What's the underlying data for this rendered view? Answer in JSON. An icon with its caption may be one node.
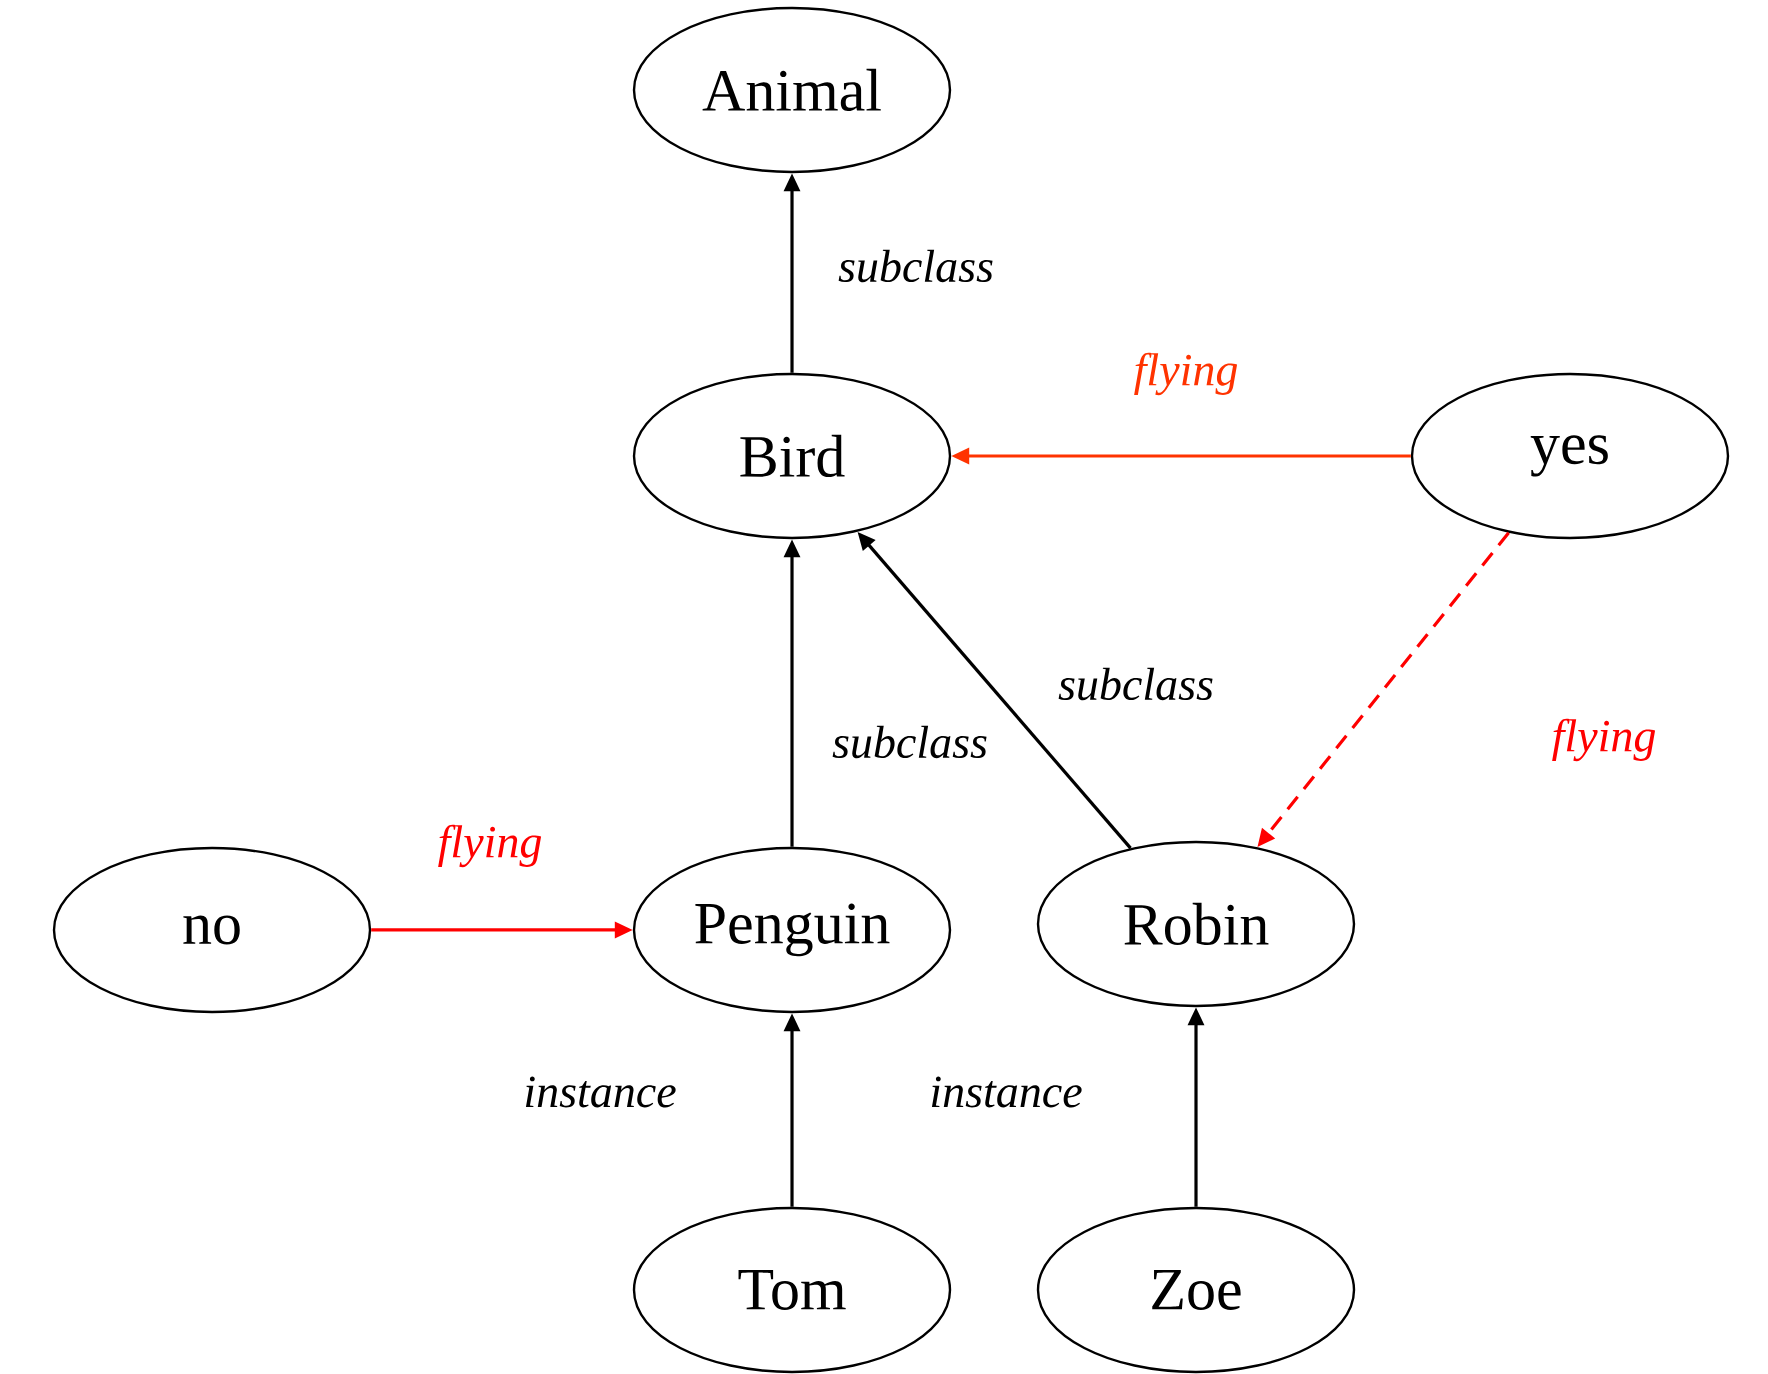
{
  "diagram": {
    "nodes": [
      {
        "text": [
          "Animal"
        ]
      },
      {
        "text": [
          "Bird"
        ]
      },
      {
        "text": [
          "yes"
        ]
      },
      {
        "text": [
          "no"
        ]
      },
      {
        "text": [
          "Penguin"
        ]
      },
      {
        "text": [
          "Robin"
        ]
      },
      {
        "text": [
          "Tom"
        ]
      },
      {
        "text": [
          "Zoe"
        ]
      }
    ],
    "edges": [
      {
        "from": 1,
        "to": 0,
        "arrow": "to",
        "label": "subclass"
      },
      {
        "from": 2,
        "to": 1,
        "arrow": "to",
        "label": "flying",
        "color": "#ff3300"
      },
      {
        "from": 4,
        "to": 1,
        "arrow": "to",
        "label": "subclass"
      },
      {
        "from": 5,
        "to": 1,
        "arrow": "to",
        "label": "subclass"
      },
      {
        "from": 2,
        "to": 5,
        "arrow": "to",
        "label": "flying",
        "style": "dashed",
        "color": "#ff0000"
      },
      {
        "from": 3,
        "to": 4,
        "arrow": "to",
        "label": "flying",
        "color": "#ff0000"
      },
      {
        "from": 6,
        "to": 4,
        "arrow": "to",
        "label": "instance"
      },
      {
        "from": 7,
        "to": 5,
        "arrow": "to",
        "label": "instance"
      }
    ]
  }
}
